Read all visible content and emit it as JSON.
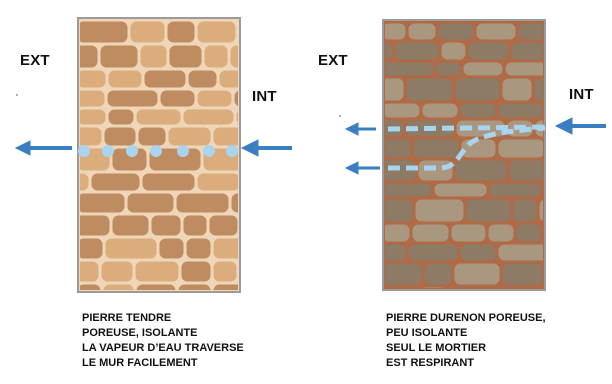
{
  "left_panel": {
    "ext_label": "EXT",
    "int_label": "INT",
    "caption_lines": [
      "PIERRE TENDRE",
      "POREUSE, ISOLANTE",
      "LA VAPEUR D’EAU TRAVERSE",
      "LE MUR FACILEMENT"
    ]
  },
  "right_panel": {
    "ext_label": "EXT",
    "int_label": "INT",
    "caption_lines": [
      "PIERRE DURENON POREUSE,",
      "PEU ISOLANTE",
      "SEUL LE MORTIER",
      "EST RESPIRANT"
    ]
  },
  "colors": {
    "soft_stone": "#d9a876",
    "soft_stone_dark": "#b98356",
    "soft_mortar": "#efd6b8",
    "hard_stone": "#a99c86",
    "hard_stone_dark": "#8a7d69",
    "hard_mortar": "#b06a45",
    "arrow": "#3a7fc0",
    "vapor": "#a9d4ef"
  }
}
